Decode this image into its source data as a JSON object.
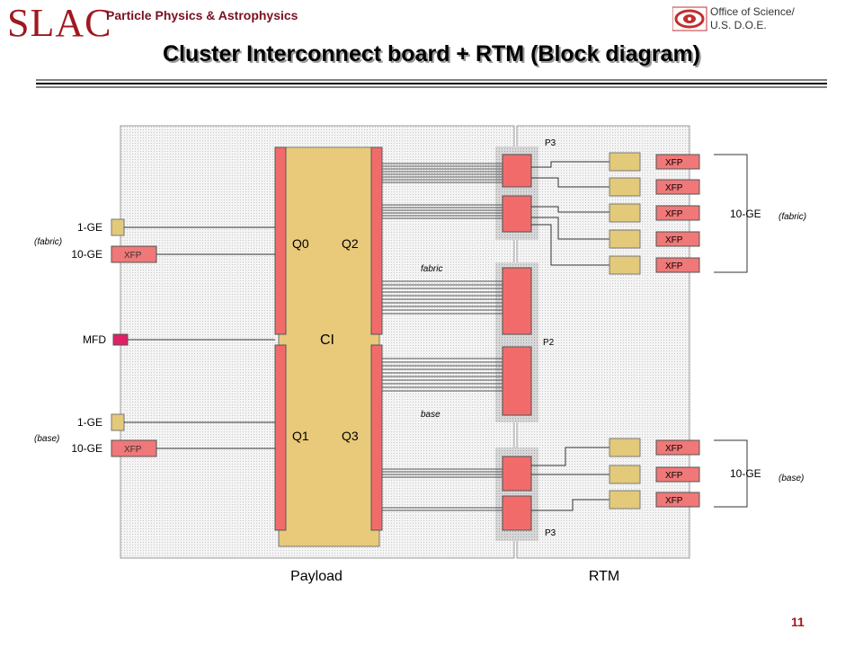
{
  "header": {
    "logo": "SLAC",
    "org": "Particle Physics & Astrophysics",
    "doe_line1": "Office of Science/",
    "doe_line2": "U.S. D.O.E.",
    "title": "Cluster Interconnect board  + RTM (Block diagram)"
  },
  "labels": {
    "ge1": "1-GE",
    "ge10": "10-GE",
    "fabric_paren": "(fabric)",
    "base_paren": "(base)",
    "mfd": "MFD",
    "xfp": "XFP",
    "ci": "CI",
    "q0": "Q0",
    "q1": "Q1",
    "q2": "Q2",
    "q3": "Q3",
    "fabric": "fabric",
    "base": "base",
    "p2": "P2",
    "p3": "P3",
    "payload": "Payload",
    "rtm": "RTM"
  },
  "colors": {
    "brand": "#a01820",
    "board": "#e8e8e8",
    "ci_fill": "#e9c97a",
    "red_block": "#f26b6b",
    "xfp_fill": "#f07878",
    "cage_fill": "#e3c97a",
    "mfd": "#e0206a"
  },
  "footer": {
    "page": "11"
  }
}
